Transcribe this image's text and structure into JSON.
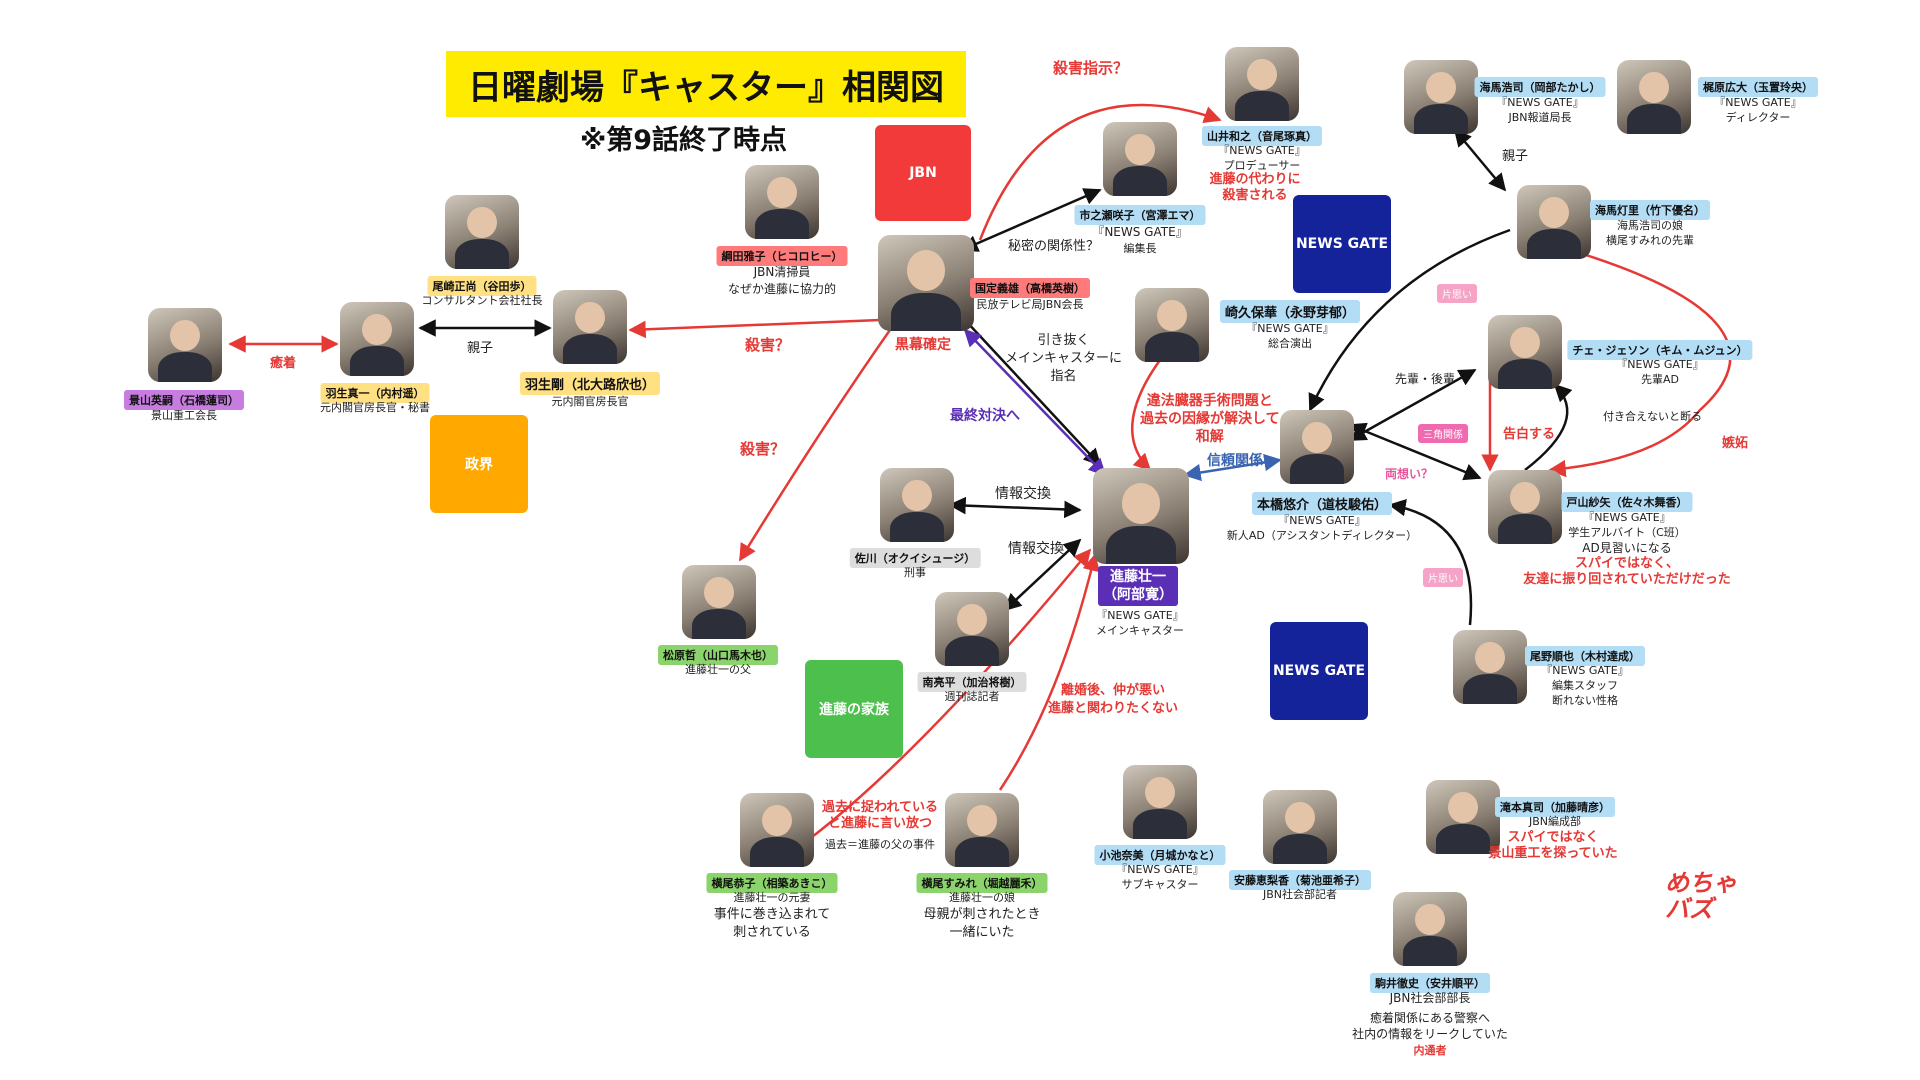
{
  "title": "日曜劇場『キャスター』相関図",
  "subtitle": "※第9話終了時点",
  "groups": {
    "jbn": "JBN",
    "news_gate_1": "NEWS GATE",
    "news_gate_2": "NEWS GATE",
    "seikai": "政界",
    "shindo_family": "進藤の家族"
  },
  "characters": [
    {
      "id": "kageyama",
      "name": "景山英嗣（石橋蓮司）",
      "desc": [
        "景山重工会長"
      ],
      "color": "#c77ddf"
    },
    {
      "id": "habu_shinichi",
      "name": "羽生真一（内村遥）",
      "desc": [
        "元内閣官房長官・秘書"
      ],
      "color": "#ffe082"
    },
    {
      "id": "ozaki",
      "name": "尾崎正尚（谷田歩）",
      "desc": [
        "コンサルタント会社社長"
      ],
      "color": "#ffe082"
    },
    {
      "id": "habu_tsuyoshi",
      "name": "羽生剛（北大路欣也）",
      "desc": [
        "元内閣官房長官"
      ],
      "color": "#ffe082"
    },
    {
      "id": "tsunada",
      "name": "綱田雅子（ヒコロヒー）",
      "desc": [
        "JBN清掃員",
        "なぜか進藤に協力的"
      ],
      "color": "#ff7b7b"
    },
    {
      "id": "kunisada",
      "name": "国定義雄（高橋英樹）",
      "desc": [
        "民放テレビ局JBN会長"
      ],
      "color": "#ff7b7b"
    },
    {
      "id": "yamai",
      "name": "山井和之（音尾琢真）",
      "desc": [
        "『NEWS GATE』",
        "プロデューサー"
      ],
      "color": "#b3dcf5"
    },
    {
      "id": "ichinose",
      "name": "市之瀬咲子（宮澤エマ）",
      "desc": [
        "『NEWS GATE』",
        "編集長"
      ],
      "color": "#b3dcf5"
    },
    {
      "id": "sakiku",
      "name": "崎久保華（永野芽郁）",
      "desc": [
        "『NEWS GATE』",
        "総合演出"
      ],
      "color": "#b3dcf5"
    },
    {
      "id": "kaiba_koji",
      "name": "海馬浩司（岡部たかし）",
      "desc": [
        "『NEWS GATE』",
        "JBN報道局長"
      ],
      "color": "#b3dcf5"
    },
    {
      "id": "kajiwara",
      "name": "梶原広大（玉置玲央）",
      "desc": [
        "『NEWS GATE』",
        "ディレクター"
      ],
      "color": "#b3dcf5"
    },
    {
      "id": "kaiba_akari",
      "name": "海馬灯里（竹下優名）",
      "desc": [
        "海馬浩司の娘",
        "横尾すみれの先輩"
      ],
      "color": "#b3dcf5"
    },
    {
      "id": "choi",
      "name": "チェ・ジェソン（キム・ムジュン）",
      "desc": [
        "『NEWS GATE』",
        "先輩AD"
      ],
      "color": "#b3dcf5"
    },
    {
      "id": "motohashi",
      "name": "本橋悠介（道枝駿佑）",
      "desc": [
        "『NEWS GATE』",
        "新人AD（アシスタントディレクター）"
      ],
      "color": "#b3dcf5"
    },
    {
      "id": "toyama",
      "name": "戸山紗矢（佐々木舞香）",
      "desc": [
        "『NEWS GATE』",
        "学生アルバイト（C班）",
        "AD見習いになる"
      ],
      "color": "#b3dcf5"
    },
    {
      "id": "sagawa",
      "name": "佐川（オクイシュージ）",
      "desc": [
        "刑事"
      ],
      "color": "#dddddd"
    },
    {
      "id": "shindo",
      "name": "進藤壮一\n（阿部寛）",
      "desc": [
        "『NEWS GATE』",
        "メインキャスター"
      ],
      "color": "#5b2fb5"
    },
    {
      "id": "minami",
      "name": "南亮平（加治将樹）",
      "desc": [
        "週刊誌記者"
      ],
      "color": "#dddddd"
    },
    {
      "id": "matsubara",
      "name": "松原哲（山口馬木也）",
      "desc": [
        "進藤壮一の父"
      ],
      "color": "#8bd36b"
    },
    {
      "id": "yokoo_kyoko",
      "name": "横尾恭子（相築あきこ）",
      "desc": [
        "進藤壮一の元妻",
        "事件に巻き込まれて",
        "刺されている"
      ],
      "color": "#8bd36b"
    },
    {
      "id": "yokoo_sumire",
      "name": "横尾すみれ（堀越麗禾）",
      "desc": [
        "進藤壮一の娘",
        "母親が刺されたとき",
        "一緒にいた"
      ],
      "color": "#8bd36b"
    },
    {
      "id": "koike",
      "name": "小池奈美（月城かなと）",
      "desc": [
        "『NEWS GATE』",
        "サブキャスター"
      ],
      "color": "#b3dcf5"
    },
    {
      "id": "ando",
      "name": "安藤恵梨香（菊池亜希子）",
      "desc": [
        "JBN社会部記者"
      ],
      "color": "#b3dcf5"
    },
    {
      "id": "ohyo",
      "name": "尾野順也（木村達成）",
      "desc": [
        "『NEWS GATE』",
        "編集スタッフ",
        "断れない性格"
      ],
      "color": "#b3dcf5"
    },
    {
      "id": "takimoto",
      "name": "滝本真司（加藤晴彦）",
      "desc": [
        "JBN編成部"
      ],
      "color": "#b3dcf5"
    },
    {
      "id": "komai",
      "name": "駒井徹史（安井順平）",
      "desc": [
        "JBN社会部部長",
        "癒着関係にある警察へ",
        "社内の情報をリークしていた"
      ],
      "color": "#b3dcf5"
    }
  ],
  "notes": {
    "yamai_red": "進藤の代わりに\n殺害される",
    "toyama_red": "スパイではなく、\n友達に振り回されていただけだった",
    "takimoto_red": "スパイではなく\n景山重工を探っていた",
    "komai_red": "内通者",
    "kunisada_label": "黒幕確定",
    "yokoo_past": "過去に捉われている\nと進藤に言い放つ",
    "yokoo_past2": "過去＝進藤の父の事件"
  },
  "relations": {
    "yuchaku": "癒着",
    "oyako1": "親子",
    "oyako2": "親子",
    "satsugai_q1": "殺害？",
    "satsugai_q2": "殺害？",
    "satsugai_shiji": "殺害指示？",
    "himitsu": "秘密の関係性？",
    "hikinuki": "引き抜く\nメインキャスターに\n指名",
    "saishu": "最終対決へ",
    "ihou": "違法臓器手術問題と\n過去の因縁が解決して\n和解",
    "shinrai": "信頼関係",
    "joho1": "情報交換",
    "joho2": "情報交換",
    "senpai": "先輩・後輩",
    "kataomoi1": "片思い",
    "kataomoi2": "片思い",
    "sankaku": "三角関係",
    "kokuhaku": "告白する",
    "tsukiau": "付き合えないと断る",
    "ryouomoi": "両想い？",
    "shitto": "嫉妬",
    "rikon": "離婚後、仲が悪い\n進藤と関わりたくない"
  },
  "logo": {
    "line1": "めちゃ",
    "line2": "バズ"
  }
}
